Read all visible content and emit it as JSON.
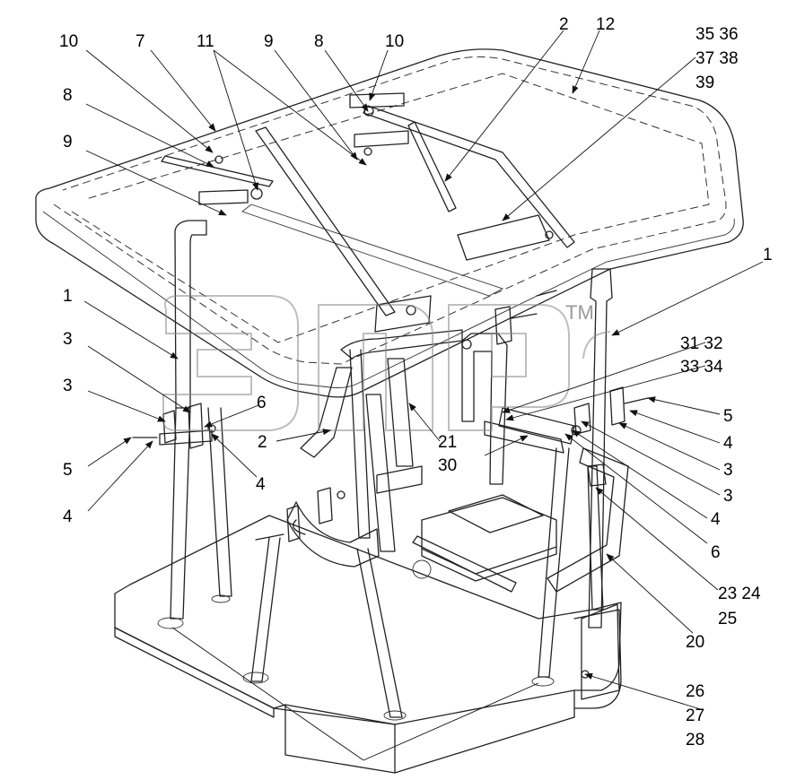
{
  "callouts": [
    {
      "id": "c1",
      "text": "10"
    },
    {
      "id": "c2",
      "text": "7"
    },
    {
      "id": "c3",
      "text": "11"
    },
    {
      "id": "c4",
      "text": "9"
    },
    {
      "id": "c5",
      "text": "8"
    },
    {
      "id": "c6",
      "text": "10"
    },
    {
      "id": "c7",
      "text": "2"
    },
    {
      "id": "c8",
      "text": "12"
    },
    {
      "id": "c9",
      "text": "35 36"
    },
    {
      "id": "c10",
      "text": "37 38"
    },
    {
      "id": "c11",
      "text": "39"
    },
    {
      "id": "c12",
      "text": "8"
    },
    {
      "id": "c13",
      "text": "9"
    },
    {
      "id": "c14",
      "text": "1"
    },
    {
      "id": "c15",
      "text": "1"
    },
    {
      "id": "c16",
      "text": "3"
    },
    {
      "id": "c17",
      "text": "3"
    },
    {
      "id": "c18",
      "text": "6"
    },
    {
      "id": "c19",
      "text": "5"
    },
    {
      "id": "c20",
      "text": "4"
    },
    {
      "id": "c21",
      "text": "4"
    },
    {
      "id": "c22",
      "text": "2"
    },
    {
      "id": "c23",
      "text": "21"
    },
    {
      "id": "c24",
      "text": "30"
    },
    {
      "id": "c25",
      "text": "31 32"
    },
    {
      "id": "c26",
      "text": "33 34"
    },
    {
      "id": "c27",
      "text": "5"
    },
    {
      "id": "c28",
      "text": "4"
    },
    {
      "id": "c29",
      "text": "3"
    },
    {
      "id": "c30",
      "text": "3"
    },
    {
      "id": "c31",
      "text": "4"
    },
    {
      "id": "c32",
      "text": "6"
    },
    {
      "id": "c33",
      "text": "23 24"
    },
    {
      "id": "c34",
      "text": "25"
    },
    {
      "id": "c35",
      "text": "20"
    },
    {
      "id": "c36",
      "text": "26"
    },
    {
      "id": "c37",
      "text": "27"
    },
    {
      "id": "c38",
      "text": "28"
    }
  ],
  "watermark": {
    "mark": "TM"
  },
  "colors": {
    "line": "#222222",
    "watermark": "#8a8a8a",
    "background": "#ffffff"
  }
}
